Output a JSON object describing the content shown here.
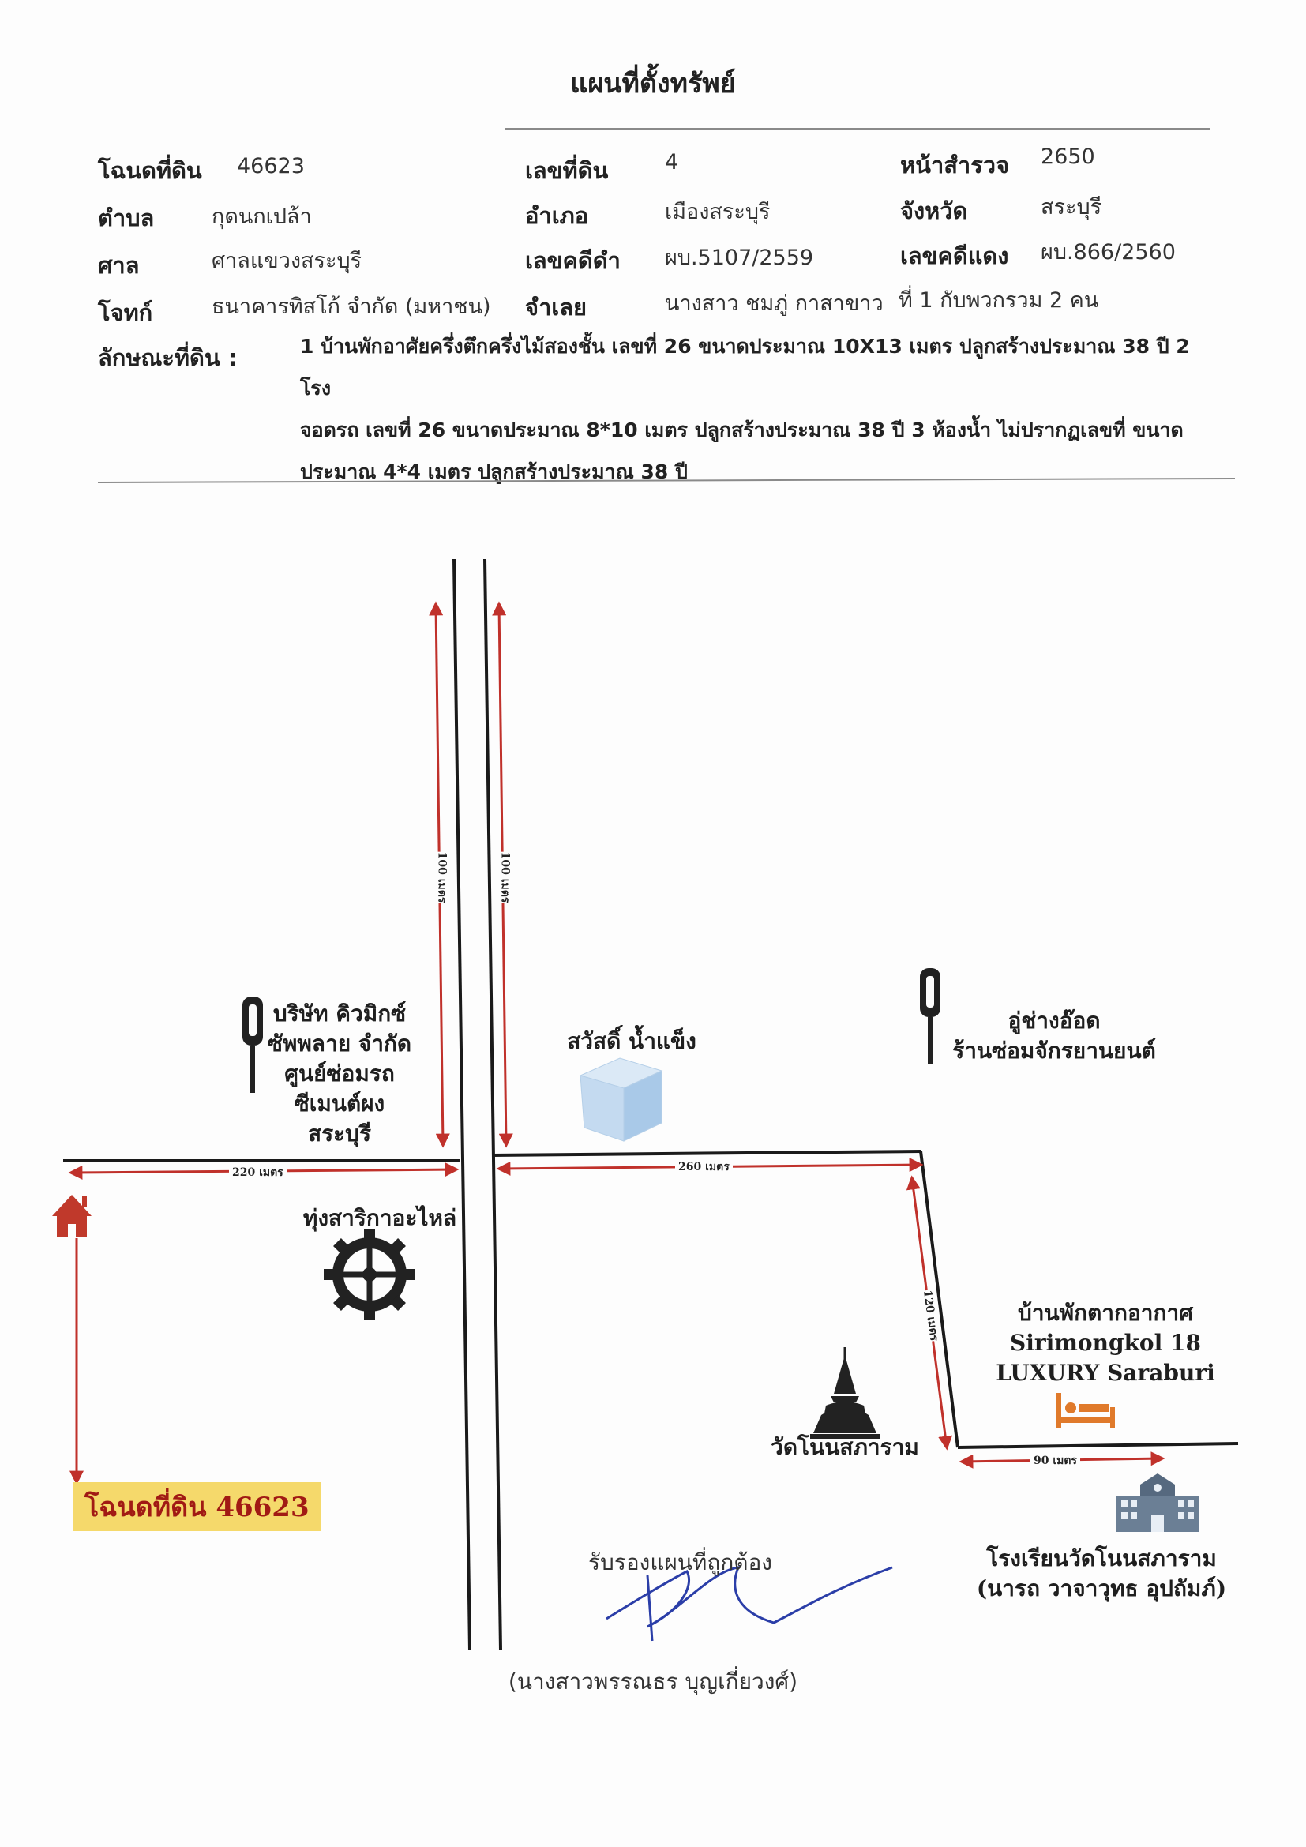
{
  "title": "แผนที่ตั้งทรัพย์",
  "fields": {
    "deed_label": "โฉนดที่ดิน",
    "deed_value": "46623",
    "land_no_label": "เลขที่ดิน",
    "land_no_value": "4",
    "survey_label": "หน้าสำรวจ",
    "survey_value": "2650",
    "subdistrict_label": "ตำบล",
    "subdistrict_value": "กุดนกเปล้า",
    "district_label": "อำเภอ",
    "district_value": "เมืองสระบุรี",
    "province_label": "จังหวัด",
    "province_value": "สระบุรี",
    "court_label": "ศาล",
    "court_value": "ศาลแขวงสระบุรี",
    "black_case_label": "เลขคดีดำ",
    "black_case_value": "ผบ.5107/2559",
    "red_case_label": "เลขคดีแดง",
    "red_case_value": "ผบ.866/2560",
    "plaintiff_label": "โจทก์",
    "plaintiff_value": "ธนาคารทิสโก้ จำกัด (มหาชน)",
    "defendant_label": "จำเลย",
    "defendant_value": "นางสาว ชมภู่ กาสาขาว",
    "defendant_suffix": "ที่ 1  กับพวกรวม 2 คน",
    "land_desc_label": "ลักษณะที่ดิน :",
    "land_desc_lines": [
      "1 บ้านพักอาศัยครึ่งตึกครึ่งไม้สองชั้น เลขที่ 26 ขนาดประมาณ 10X13 เมตร ปลูกสร้างประมาณ 38 ปี 2 โรง",
      "จอดรถ เลขที่ 26 ขนาดประมาณ 8*10 เมตร ปลูกสร้างประมาณ 38 ปี 3 ห้องน้ำ ไม่ปรากฏเลขที่ ขนาด",
      "ประมาณ 4*4 เมตร ปลูกสร้างประมาณ 38 ปี"
    ]
  },
  "map": {
    "places": {
      "company": [
        "บริษัท คิวมิกซ์",
        "ซัพพลาย จำกัด",
        "ศูนย์ซ่อมรถ",
        "ซีเมนต์ผง",
        "สระบุรี"
      ],
      "ice": "สวัสดิ์ น้ำแข็ง",
      "garage": [
        "อู่ช่างอ๊อด",
        "ร้านซ่อมจักรยานยนต์"
      ],
      "parts": "ทุ่งสาริกาอะไหล่",
      "hotel": [
        "บ้านพักตากอากาศ",
        "Sirimongkol 18",
        "LUXURY Saraburi"
      ],
      "temple": "วัดโนนสภาราม",
      "school": [
        "โรงเรียนวัดโนนสภาราม",
        "(นารถ วาจาวุทธ อุปถัมภ์)"
      ]
    },
    "distances": {
      "left_road": "220 เมตร",
      "right_road": "260 เมตร",
      "north_left": "100 เมตร",
      "north_right": "100 เมตร",
      "diagonal": "120 เมตร",
      "hotel_road": "90 เมตร"
    },
    "parcel_label": "โฉนดที่ดิน 46623",
    "colors": {
      "arrow": "#c0312b",
      "road": "#1a1a1a",
      "house": "#c0392b",
      "parcel_bg": "#f5d96b"
    }
  },
  "certification": {
    "text": "รับรองแผนที่ถูกต้อง",
    "signer": "(นางสาวพรรณธร บุญเกี่ยวงศ์)"
  }
}
